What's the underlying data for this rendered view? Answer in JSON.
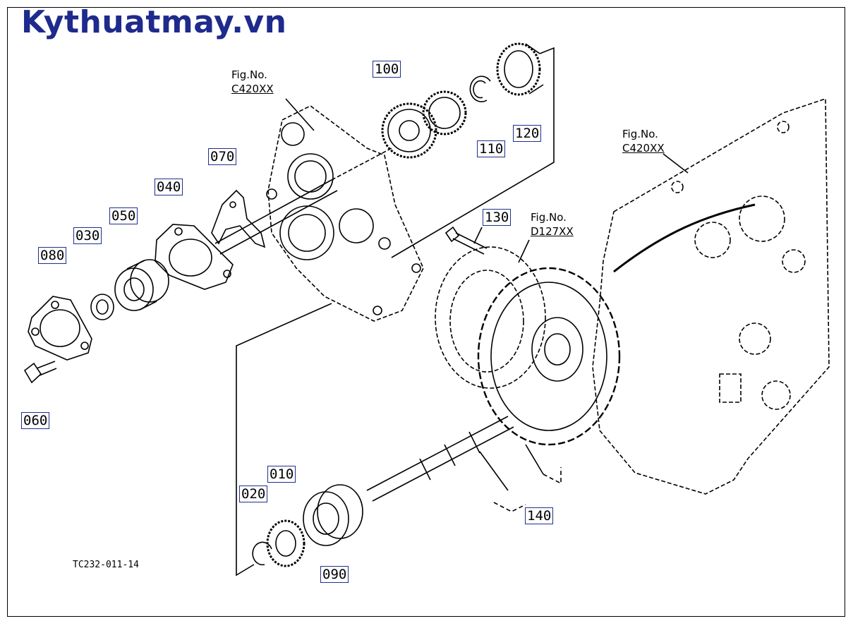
{
  "watermark": "Kythuatmay.vn",
  "drawing_code": "TC232-011-14",
  "fig_refs": [
    {
      "line1": "Fig.No.",
      "line2": "C420XX"
    },
    {
      "line1": "Fig.No.",
      "line2": "C420XX"
    },
    {
      "line1": "Fig.No.",
      "line2": "D127XX"
    }
  ],
  "parts": {
    "p010": "010",
    "p020": "020",
    "p030": "030",
    "p040": "040",
    "p050": "050",
    "p060": "060",
    "p070": "070",
    "p080": "080",
    "p090": "090",
    "p100": "100",
    "p110": "110",
    "p120": "120",
    "p130": "130",
    "p140": "140"
  },
  "colors": {
    "callout_border": "#1f2f8f",
    "watermark": "#1e2a8c",
    "line": "#000000"
  }
}
